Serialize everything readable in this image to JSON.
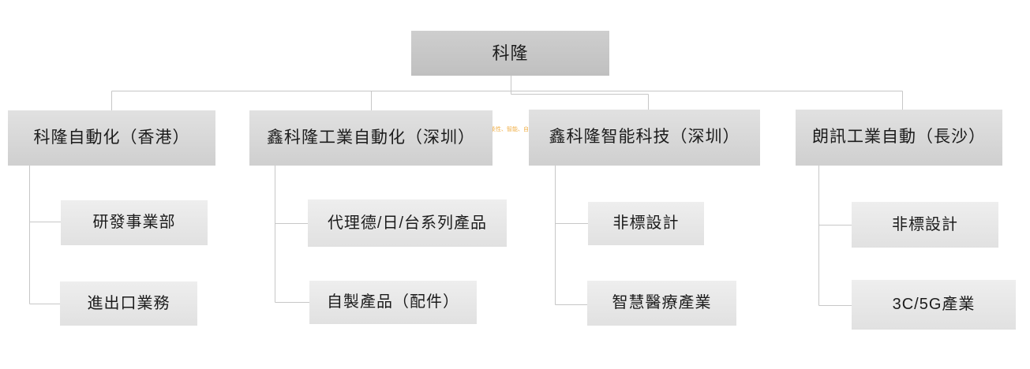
{
  "chart": {
    "type": "org-chart",
    "root": {
      "label": "科隆"
    },
    "branches": [
      {
        "label": "科隆自動化（香港）",
        "children": [
          "研發事業部",
          "進出口業務"
        ]
      },
      {
        "label": "鑫科隆工業自動化（深圳）",
        "children": [
          "代理德/日/台系列產品",
          "自製產品（配件）"
        ]
      },
      {
        "label": "鑫科隆智能科技（深圳）",
        "children": [
          "非標設計",
          "智慧醫療產業"
        ]
      },
      {
        "label": "朗訊工業自動（長沙）",
        "children": [
          "非標設計",
          "3C/5G產業"
        ]
      }
    ],
    "watermark": "柔性、智能、自動化手臂",
    "colors": {
      "root_fill": "#c7c7c7",
      "level2_fill": "#d8d8d8",
      "level3_fill": "#e8e8e8",
      "connector_line": "#c7c7c7",
      "text": "#1c1c1c",
      "watermark_text": "#f0b04a",
      "background": "#ffffff"
    }
  }
}
